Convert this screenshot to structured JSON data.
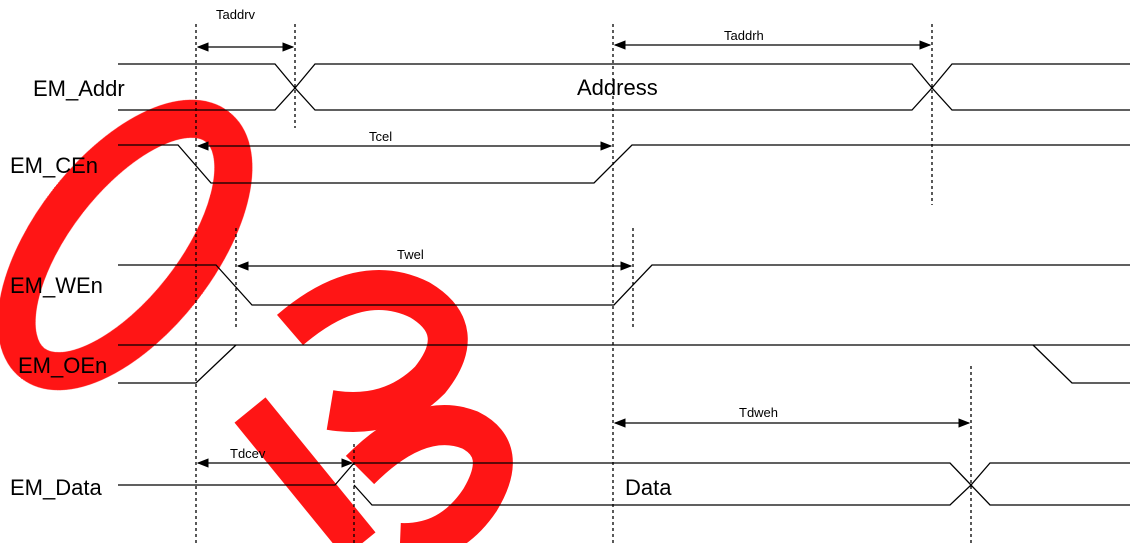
{
  "signals": {
    "addr": "EM_Addr",
    "cen": "EM_CEn",
    "wen": "EM_WEn",
    "oen": "EM_OEn",
    "data": "EM_Data"
  },
  "bus_values": {
    "address": "Address",
    "data": "Data"
  },
  "timings": {
    "taddrv": "Taddrv",
    "taddrh": "Taddrh",
    "tcel": "Tcel",
    "twel": "Twel",
    "tdweh": "Tdweh",
    "tdcev": "Tdcev"
  },
  "watermark": {
    "text": "OBSOLETE",
    "color": "#ff0000"
  }
}
